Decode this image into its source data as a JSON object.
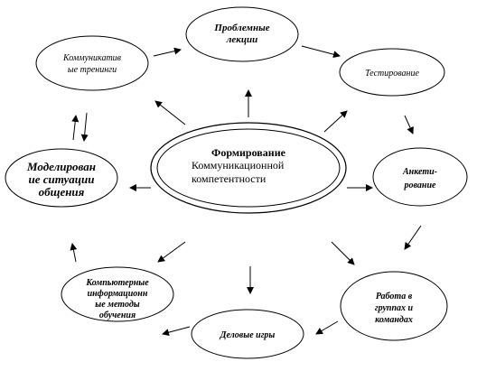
{
  "center": {
    "line1": "Формирование",
    "line2": "Коммуникационной",
    "line3": "компетентности"
  },
  "nodes": {
    "lectures": [
      "Проблемные",
      "лекции"
    ],
    "testing": [
      "Тестирование"
    ],
    "survey": [
      "Анкети-",
      "рование"
    ],
    "groupwork": [
      "Работа в",
      "группах и",
      "командах"
    ],
    "games": [
      "Деловые игры"
    ],
    "computer": [
      "Компьютерные",
      "информационн",
      "ые методы",
      "обучения"
    ],
    "modeling": [
      "Моделирован",
      "ие ситуации",
      "общения"
    ],
    "trainings": [
      "Коммуникатив",
      "ые тренинги"
    ]
  }
}
